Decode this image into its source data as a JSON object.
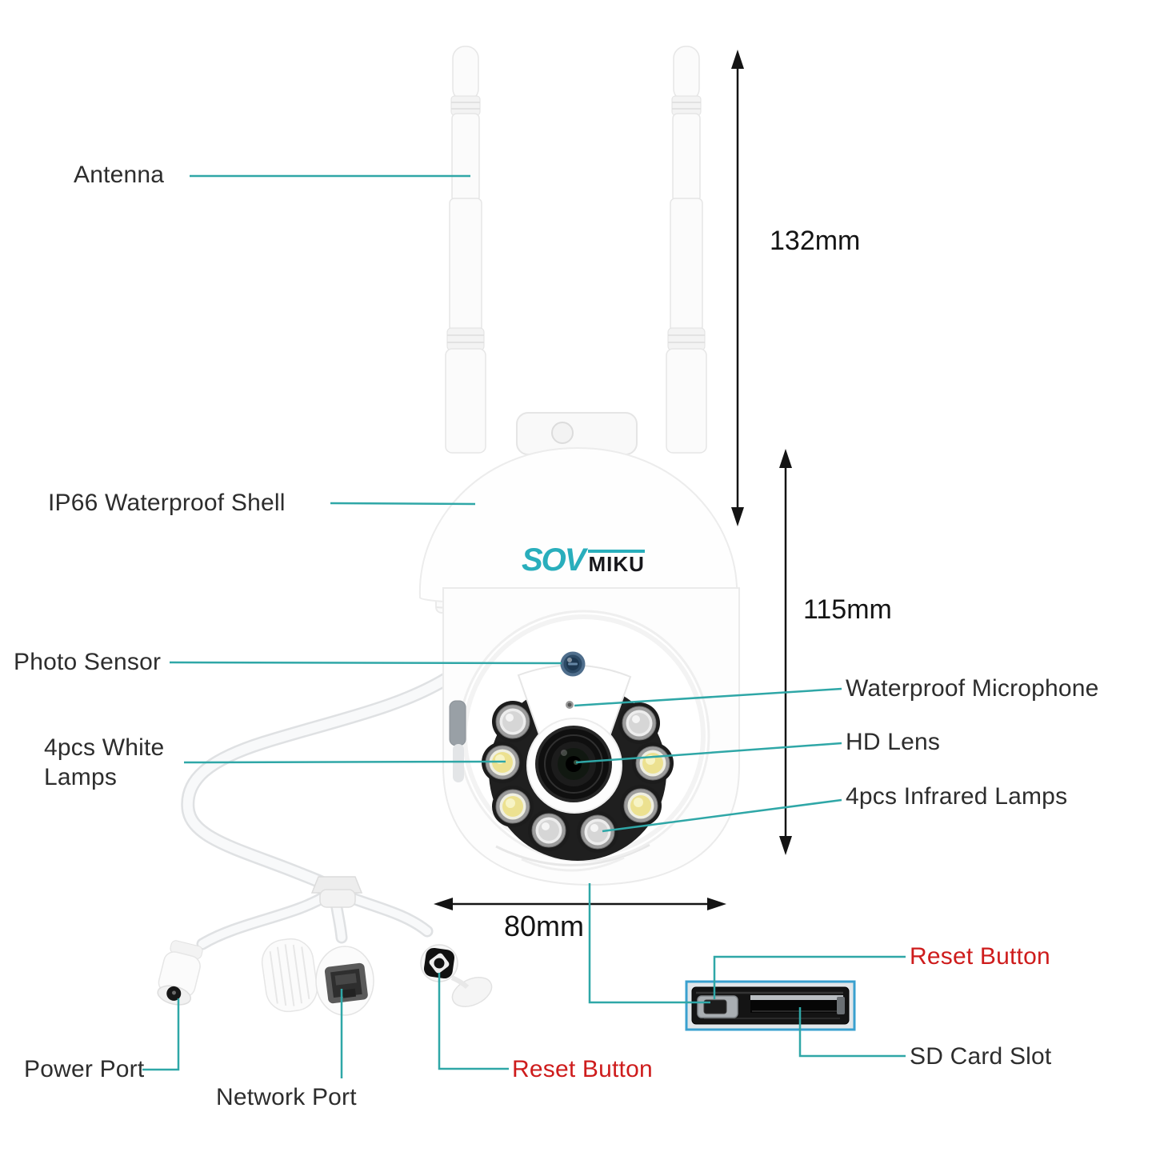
{
  "brand": {
    "sov": "SOV",
    "miku": "MIKU"
  },
  "callouts": {
    "antenna": "Antenna",
    "shell": "IP66 Waterproof Shell",
    "photo_sensor": "Photo Sensor",
    "white_lamps_line1": "4pcs White",
    "white_lamps_line2": "Lamps",
    "microphone": "Waterproof Microphone",
    "hd_lens": "HD Lens",
    "infrared_lamps": "4pcs Infrared Lamps",
    "power_port": "Power Port",
    "network_port": "Network Port",
    "reset_button_cable": "Reset Button",
    "reset_button_inset": "Reset Button",
    "sd_card_slot": "SD Card Slot"
  },
  "dimensions": {
    "antenna_height": "132mm",
    "body_height": "115mm",
    "body_width": "80mm"
  },
  "colors": {
    "callout_line": "#2fa7a7",
    "dimension_line": "#141414",
    "label_text": "#2d2d2d",
    "alert_text": "#ce1c1c",
    "inset_border": "#3aa0cf",
    "brand_teal": "#29aebc",
    "brand_dark": "#17171c"
  }
}
